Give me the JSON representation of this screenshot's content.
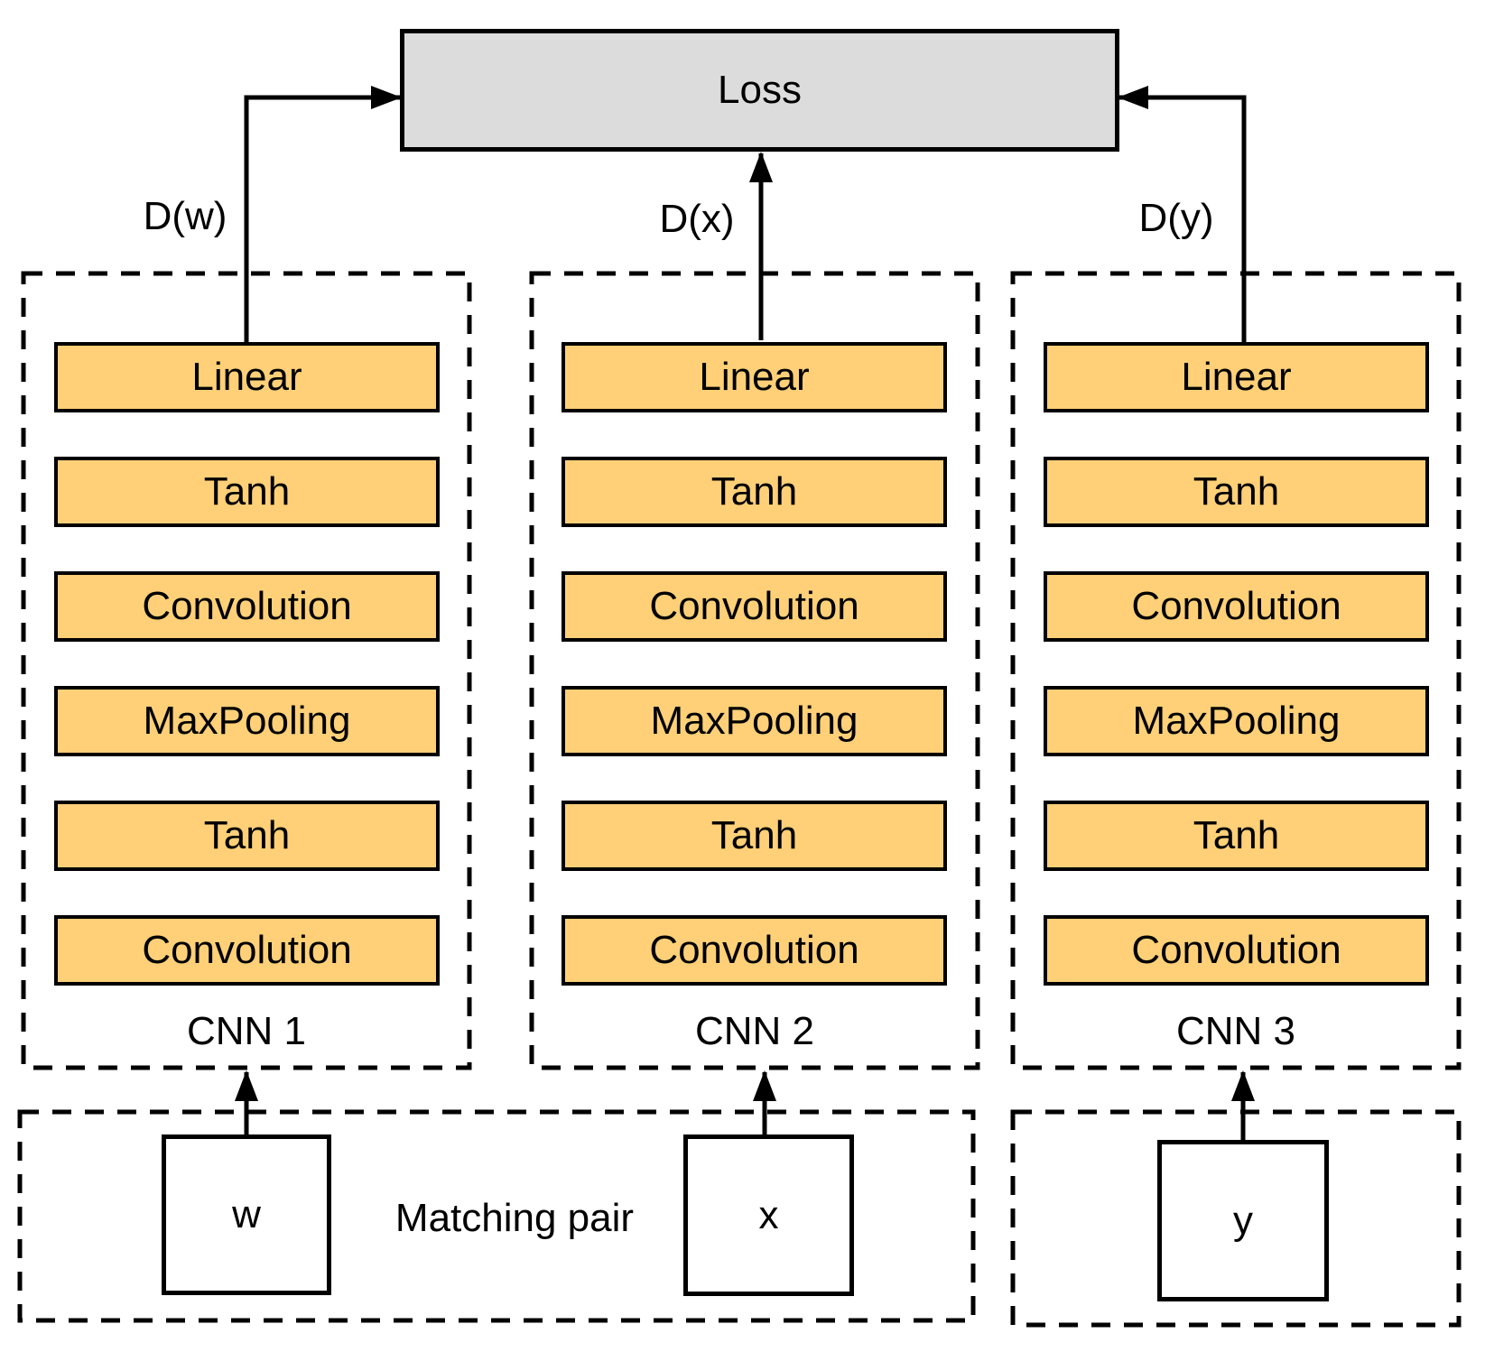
{
  "diagram": {
    "loss_label": "Loss",
    "outputs": [
      {
        "label": "D(w)"
      },
      {
        "label": "D(x)"
      },
      {
        "label": "D(y)"
      }
    ],
    "cnns": [
      {
        "name": "CNN 1",
        "layers": [
          "Linear",
          "Tanh",
          "Convolution",
          "MaxPooling",
          "Tanh",
          "Convolution"
        ]
      },
      {
        "name": "CNN 2",
        "layers": [
          "Linear",
          "Tanh",
          "Convolution",
          "MaxPooling",
          "Tanh",
          "Convolution"
        ]
      },
      {
        "name": "CNN 3",
        "layers": [
          "Linear",
          "Tanh",
          "Convolution",
          "MaxPooling",
          "Tanh",
          "Convolution"
        ]
      }
    ],
    "inputs": [
      {
        "label": "w"
      },
      {
        "label": "x"
      },
      {
        "label": "y"
      }
    ],
    "matching_pair_label": "Matching pair"
  },
  "colors": {
    "layer-fill": "#FFD077",
    "loss-fill": "#DCDCDC",
    "line": "#000000",
    "bg": "#FFFFFF"
  }
}
